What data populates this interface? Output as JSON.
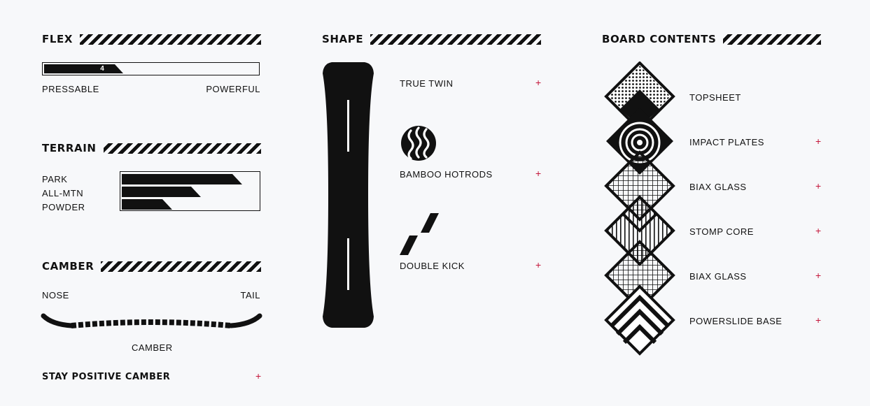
{
  "flex": {
    "title": "FLEX",
    "value": "4",
    "level_fraction": 0.37,
    "min_label": "PRESSABLE",
    "max_label": "POWERFUL"
  },
  "terrain": {
    "title": "TERRAIN",
    "rows": [
      {
        "label": "PARK",
        "level_fraction": 0.88
      },
      {
        "label": "ALL-MTN",
        "level_fraction": 0.58
      },
      {
        "label": "POWDER",
        "level_fraction": 0.37
      }
    ]
  },
  "camber": {
    "title": "CAMBER",
    "nose_label": "NOSE",
    "tail_label": "TAIL",
    "profile_label": "CAMBER",
    "tech_name": "STAY POSITIVE CAMBER",
    "plus": "+"
  },
  "shape": {
    "title": "SHAPE",
    "items": [
      {
        "label": "TRUE TWIN",
        "icon": "true-twin-board-icon",
        "plus": "+"
      },
      {
        "label": "BAMBOO HOTRODS",
        "icon": "bamboo-hotrods-icon",
        "plus": "+"
      },
      {
        "label": "DOUBLE KICK",
        "icon": "double-kick-icon",
        "plus": "+"
      }
    ]
  },
  "board_contents": {
    "title": "BOARD CONTENTS",
    "layers": [
      {
        "label": "TOPSHEET",
        "icon": "topsheet-layer-icon",
        "plus": ""
      },
      {
        "label": "IMPACT PLATES",
        "icon": "impact-plates-layer-icon",
        "plus": "+"
      },
      {
        "label": "BIAX GLASS",
        "icon": "biax-glass-layer-icon",
        "plus": "+"
      },
      {
        "label": "STOMP CORE",
        "icon": "stomp-core-layer-icon",
        "plus": "+"
      },
      {
        "label": "BIAX GLASS",
        "icon": "biax-glass-layer-icon",
        "plus": "+"
      },
      {
        "label": "POWERSLIDE BASE",
        "icon": "powerslide-base-layer-icon",
        "plus": "+"
      }
    ]
  },
  "colors": {
    "accent": "#c4163a",
    "ink": "#111111",
    "background": "#f7f8fa"
  }
}
